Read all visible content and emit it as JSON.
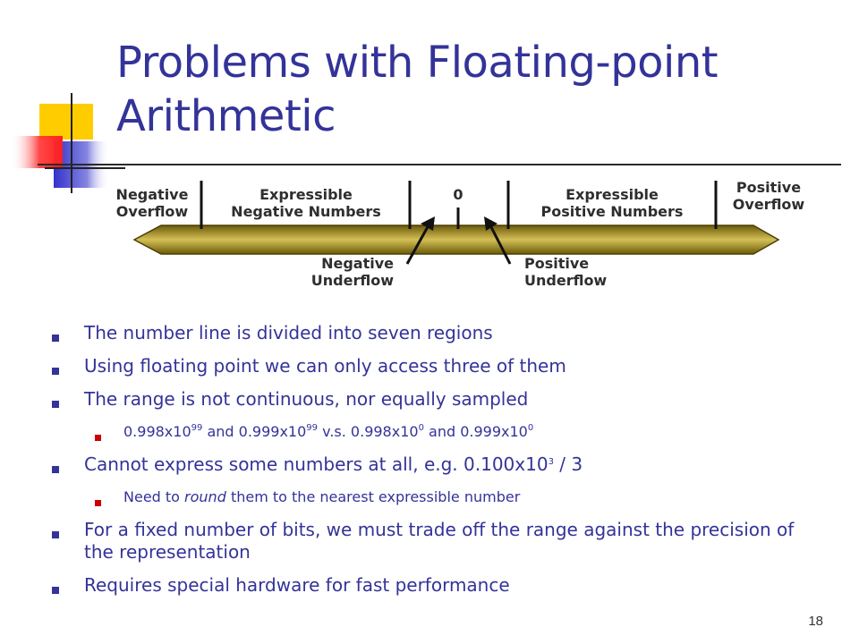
{
  "slide": {
    "title_line1": "Problems with Floating-point",
    "title_line2": "Arithmetic",
    "page_number": "18"
  },
  "number_line": {
    "labels": {
      "neg_overflow_1": "Negative",
      "neg_overflow_2": "Overflow",
      "expr_neg_1": "Expressible",
      "expr_neg_2": "Negative Numbers",
      "zero": "0",
      "expr_pos_1": "Expressible",
      "expr_pos_2": "Positive Numbers",
      "pos_overflow_1": "Positive",
      "pos_overflow_2": "Overflow",
      "neg_underflow_1": "Negative",
      "neg_underflow_2": "Underflow",
      "pos_underflow_1": "Positive",
      "pos_underflow_2": "Underflow"
    },
    "colors": {
      "bar_dark": "#6b5a0a",
      "bar_light": "#c8b24a",
      "label": "#2e2e2e"
    }
  },
  "bullets": {
    "b1": "The number line is divided into seven regions",
    "b2": "Using floating point we can only access three of them",
    "b3": "The range is not continuous, nor equally sampled",
    "b3_sub": {
      "a1": "0.998x10",
      "a1_exp": "99",
      "a2": " and 0.999x10",
      "a2_exp": "99",
      "a3": " v.s. 0.998x10",
      "a3_exp": "0",
      "a4": " and 0.999x10",
      "a4_exp": "0"
    },
    "b4": {
      "text": "Cannot express some numbers at all, e.g. 0.100x10",
      "exp": "3",
      "tail": " / 3"
    },
    "b4_sub": {
      "pre": "Need to ",
      "em": "round",
      "post": " them to the nearest expressible number"
    },
    "b5": "For a fixed number of bits, we must trade off the range against the precision of the representation",
    "b6": "Requires special hardware for fast performance"
  },
  "theme": {
    "title_color": "#333399",
    "bullet_color": "#333399",
    "sub_bullet_color": "#cc0000"
  }
}
